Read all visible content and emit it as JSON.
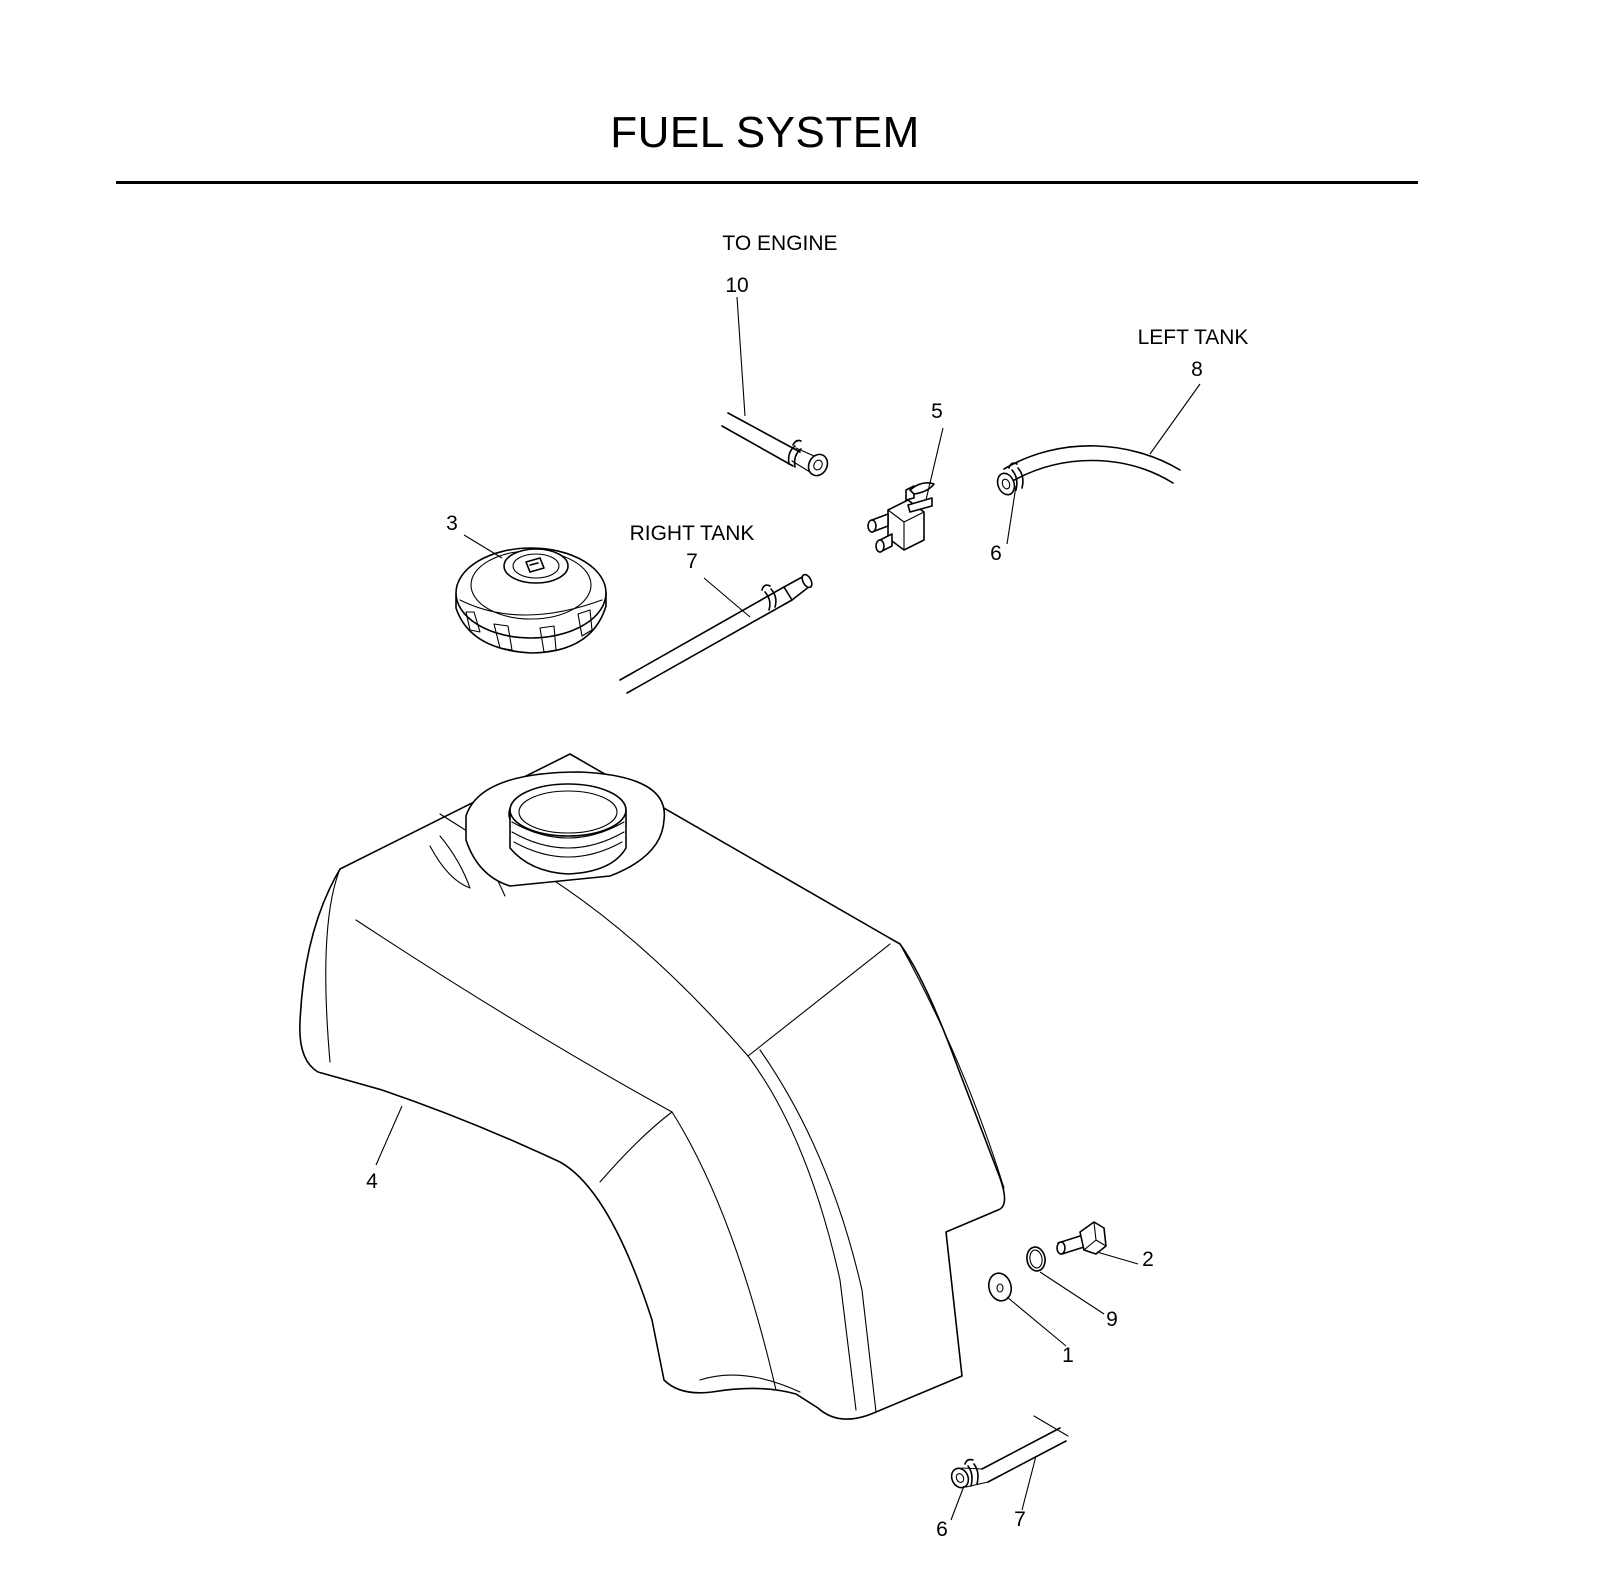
{
  "title": "FUEL SYSTEM",
  "annotations": {
    "to_engine": "TO ENGINE",
    "left_tank": "LEFT TANK",
    "right_tank": "RIGHT TANK"
  },
  "callouts": {
    "p1": "1",
    "p2": "2",
    "p3": "3",
    "p4": "4",
    "p5": "5",
    "p6_upper": "6",
    "p6_lower": "6",
    "p7_upper": "7",
    "p7_lower": "7",
    "p8": "8",
    "p9": "9",
    "p10": "10"
  }
}
